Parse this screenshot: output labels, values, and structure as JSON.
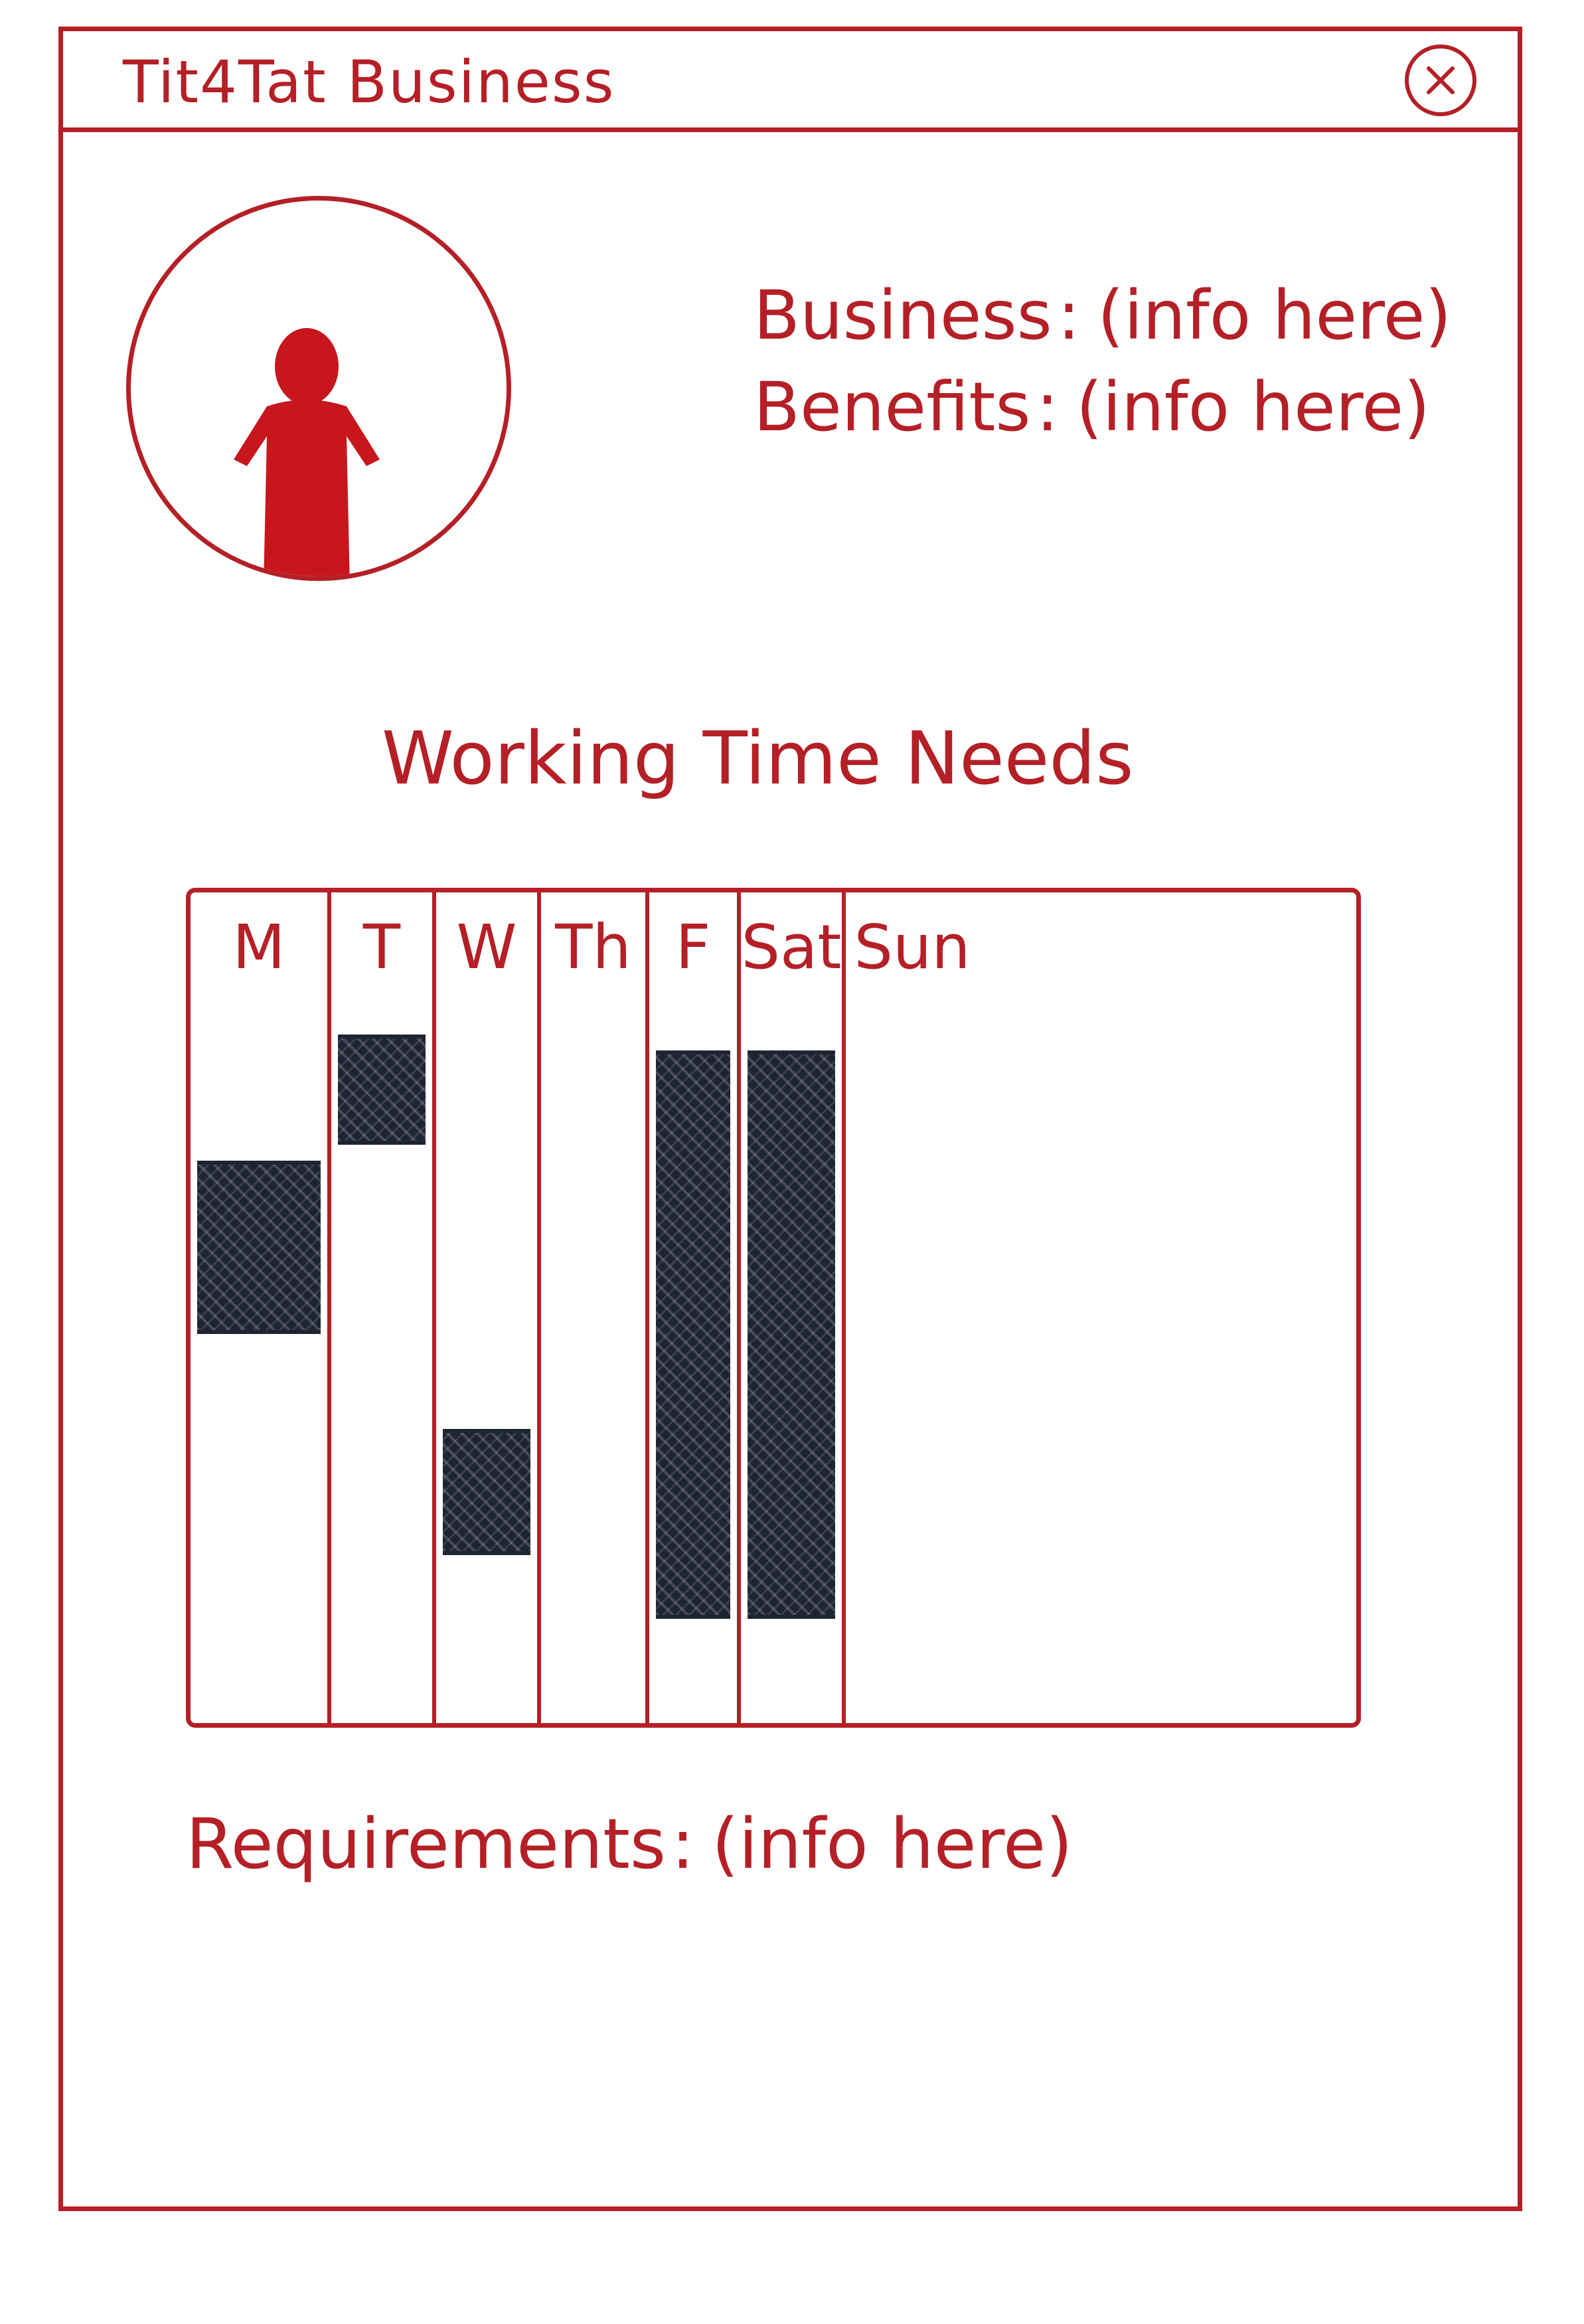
{
  "header": {
    "title": "Tit4Tat Business"
  },
  "icons": {
    "close": "close-icon",
    "avatar": "person-icon"
  },
  "info": {
    "business_label": "Business",
    "business_value": "(info here)",
    "benefits_label": "Benefits",
    "benefits_value": "(info here)",
    "separator": ":"
  },
  "schedule": {
    "title": "Working Time Needs",
    "days": [
      {
        "label": "M",
        "blocks": [
          [
            0.17,
            0.28
          ]
        ]
      },
      {
        "label": "T",
        "blocks": [
          [
            0.09,
            0.16
          ]
        ]
      },
      {
        "label": "W",
        "blocks": [
          [
            0.34,
            0.42
          ]
        ]
      },
      {
        "label": "Th",
        "blocks": []
      },
      {
        "label": "F",
        "blocks": [
          [
            0.1,
            0.46
          ]
        ]
      },
      {
        "label": "Sat",
        "blocks": [
          [
            0.1,
            0.46
          ]
        ]
      },
      {
        "label": "Sun",
        "blocks": []
      }
    ]
  },
  "requirements": {
    "label": "Requirements",
    "separator": ":",
    "value": "(info here)"
  },
  "colors": {
    "ink_red": "#b51f26",
    "scribble": "#1e2433",
    "background": "#ffffff"
  }
}
